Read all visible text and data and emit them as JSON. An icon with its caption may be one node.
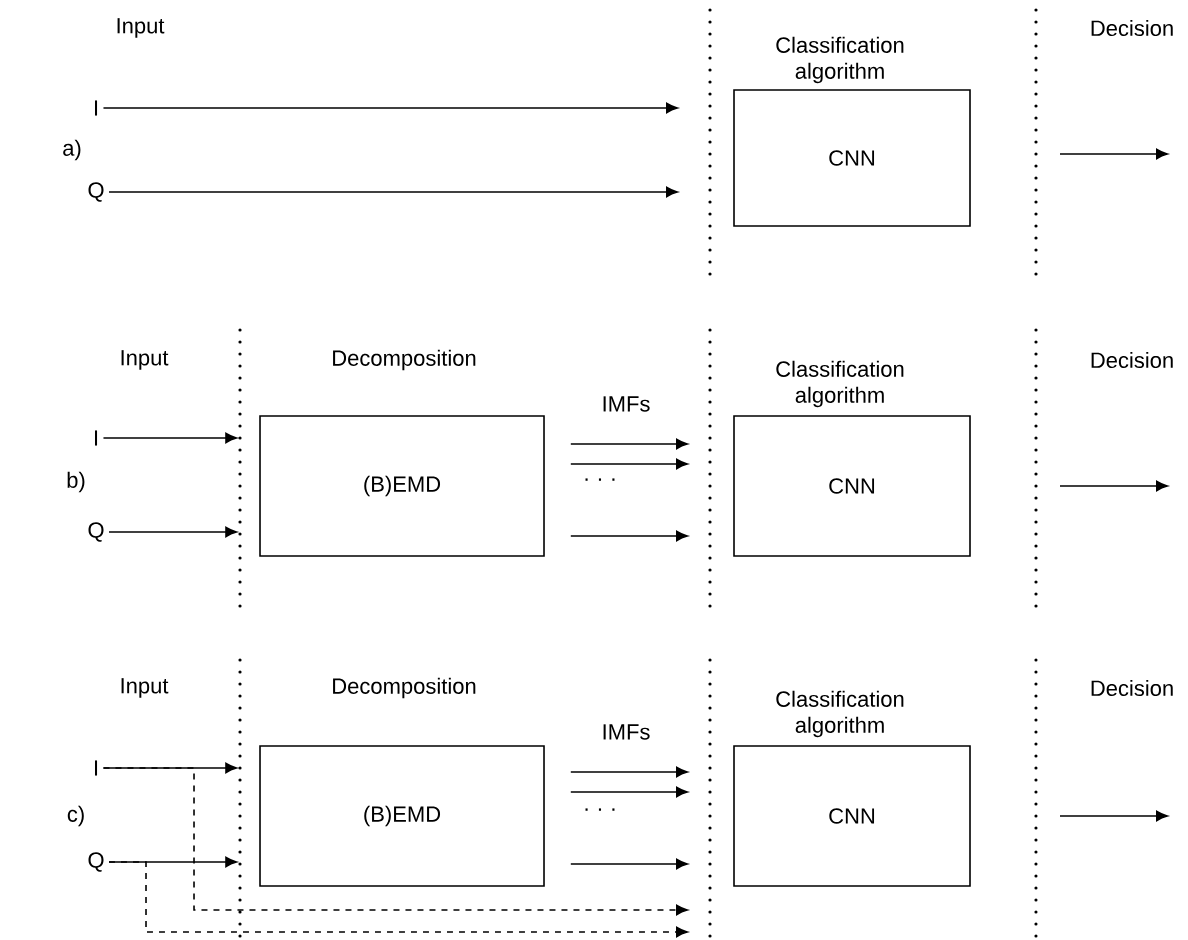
{
  "diagram": {
    "nodes": [
      {
        "text": [
          "I"
        ]
      },
      {
        "text": [
          "Q"
        ]
      },
      {
        "text": [
          "CNN"
        ]
      },
      {
        "text": [
          "I"
        ]
      },
      {
        "text": [
          "Q"
        ]
      },
      {
        "text": [
          "(B)EMD"
        ]
      },
      {
        "text": [
          "CNN"
        ]
      },
      {
        "text": [
          "I"
        ]
      },
      {
        "text": [
          "Q"
        ]
      },
      {
        "text": [
          "(B)EMD"
        ]
      },
      {
        "text": [
          "CNN"
        ]
      }
    ],
    "edges": [
      {
        "from": 0,
        "to": null,
        "arrow": "to"
      },
      {
        "from": 1,
        "to": null,
        "arrow": "to"
      },
      {
        "from": 3,
        "to": 5,
        "arrow": "to"
      },
      {
        "from": 4,
        "to": 5,
        "arrow": "to"
      },
      {
        "from": 5,
        "to": null,
        "arrow": "to"
      },
      {
        "from": 5,
        "to": null,
        "arrow": "to"
      },
      {
        "from": 5,
        "to": null,
        "arrow": "to"
      },
      {
        "from": 7,
        "to": 9,
        "arrow": "to"
      },
      {
        "from": 8,
        "to": 9,
        "arrow": "to"
      },
      {
        "from": 9,
        "to": null,
        "arrow": "to"
      },
      {
        "from": 9,
        "to": null,
        "arrow": "to"
      },
      {
        "from": 9,
        "to": null,
        "arrow": "to"
      },
      {
        "from": 7,
        "to": null,
        "arrow": "to",
        "style": "dashed"
      },
      {
        "from": 8,
        "to": null,
        "arrow": "to",
        "style": "dashed"
      }
    ],
    "labels": [
      "Input",
      "Classification algorithm",
      "Decision",
      "a)",
      "Input",
      "Decomposition",
      "IMFs",
      "Classification algorithm",
      "Decision",
      "b)",
      "· · ·",
      "Input",
      "Decomposition",
      "IMFs",
      "Classification algorithm",
      "Decision",
      "c)",
      "· · ·"
    ]
  }
}
